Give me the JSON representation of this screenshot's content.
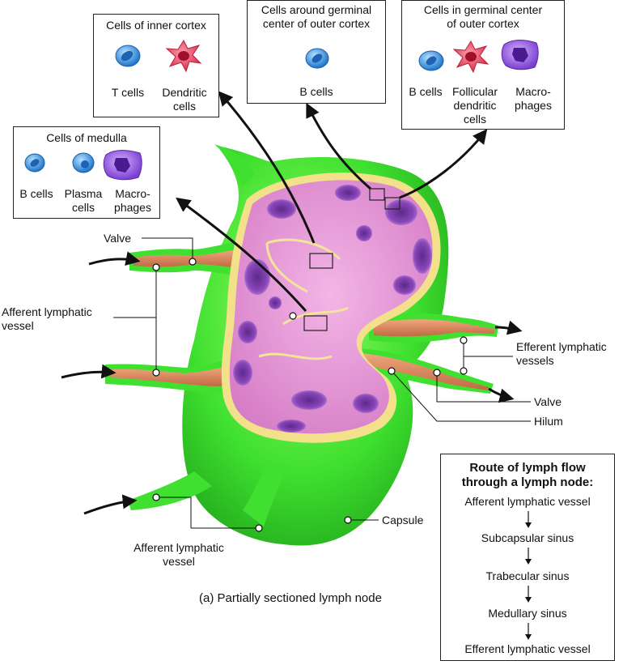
{
  "boxes": {
    "inner_cortex": {
      "title": "Cells of inner cortex",
      "cells": [
        "T cells",
        "Dendritic\ncells"
      ]
    },
    "outer_cortex_around": {
      "title": "Cells around germinal\ncenter of outer cortex",
      "cells": [
        "B cells"
      ]
    },
    "outer_cortex_in": {
      "title": "Cells in germinal center\nof outer cortex",
      "cells": [
        "B cells",
        "Follicular\ndendritic\ncells",
        "Macro-\nphages"
      ]
    },
    "medulla": {
      "title": "Cells of medulla",
      "cells": [
        "B cells",
        "Plasma\ncells",
        "Macro-\nphages"
      ]
    }
  },
  "labels": {
    "valve_top": "Valve",
    "afferent_left": "Afferent lymphatic\nvessel",
    "efferent": "Efferent lymphatic\nvessels",
    "valve_right": "Valve",
    "hilum": "Hilum",
    "capsule": "Capsule",
    "afferent_bottom": "Afferent lymphatic\nvessel",
    "caption": "(a) Partially sectioned lymph node"
  },
  "route": {
    "title": "Route of lymph flow\nthrough a lymph node:",
    "steps": [
      "Afferent lymphatic vessel",
      "Subcapsular sinus",
      "Trabecular sinus",
      "Medullary sinus",
      "Efferent lymphatic vessel"
    ]
  },
  "colors": {
    "capsule_green": "#33e02b",
    "cortex_pink": "#e08ad0",
    "nodule_purple": "#8a3fb0",
    "vessel_orange": "#d9805a",
    "b_cell_blue": "#3e9be6",
    "dendritic_red": "#e8485e",
    "macrophage_purple": "#9c5fe0"
  }
}
